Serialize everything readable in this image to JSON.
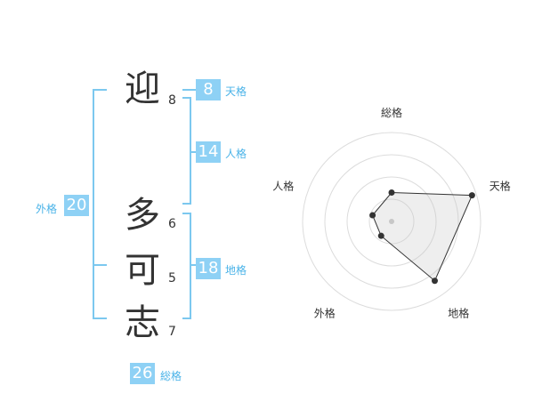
{
  "name": {
    "characters": [
      {
        "char": "迎",
        "strokes": "8"
      },
      {
        "char": "多",
        "strokes": "6"
      },
      {
        "char": "可",
        "strokes": "5"
      },
      {
        "char": "志",
        "strokes": "7"
      }
    ]
  },
  "kakusu": {
    "tenkaku": {
      "value": "8",
      "label": "天格"
    },
    "jinkaku": {
      "value": "14",
      "label": "人格"
    },
    "chikaku": {
      "value": "18",
      "label": "地格"
    },
    "gaikaku": {
      "value": "20",
      "label": "外格"
    },
    "soukaku": {
      "value": "26",
      "label": "総格"
    }
  },
  "colors": {
    "accent": "#8ed1f5",
    "bracket": "#7cc8ef",
    "label": "#4ab3e8",
    "text": "#333333"
  },
  "chart_data": {
    "type": "radar",
    "axes": [
      "総格",
      "天格",
      "地格",
      "外格",
      "人格"
    ],
    "levels": 4,
    "max": 4,
    "values": [
      1.3,
      3.8,
      3.3,
      0.8,
      0.9
    ],
    "grid": true
  }
}
